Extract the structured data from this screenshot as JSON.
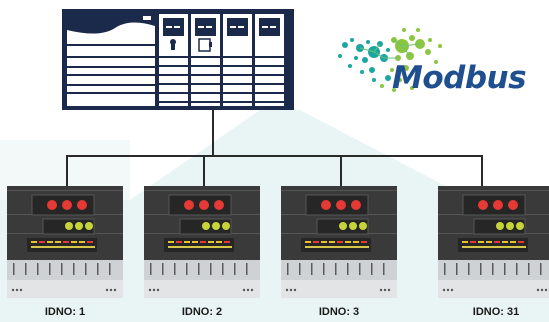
{
  "brand": {
    "name": "Modbus",
    "text_color": "#1f4f8f",
    "dot_colors": [
      "#1aa7a0",
      "#8bc63f",
      "#1f4f8f"
    ]
  },
  "master": {
    "icon": "plc-controller-icon",
    "frame_color": "#1b2a4a",
    "modules": [
      {
        "icon": "power-module-icon"
      },
      {
        "icon": "io-module-icon"
      },
      {
        "icon": "io-module-icon"
      },
      {
        "icon": "io-module-icon"
      }
    ]
  },
  "devices": [
    {
      "label": "IDNO: 1"
    },
    {
      "label": "IDNO: 2"
    },
    {
      "label": "IDNO: 3"
    },
    {
      "label": "IDNO: 31"
    }
  ],
  "colors": {
    "background_shade": "#e9f5f4",
    "wire": "#2a2a2a",
    "device_body": "#3a3a3a",
    "device_panel": "#262626",
    "led_red": "#e53935",
    "led_yellow": "#c6d43a",
    "terminal": "#cfd2d4"
  }
}
